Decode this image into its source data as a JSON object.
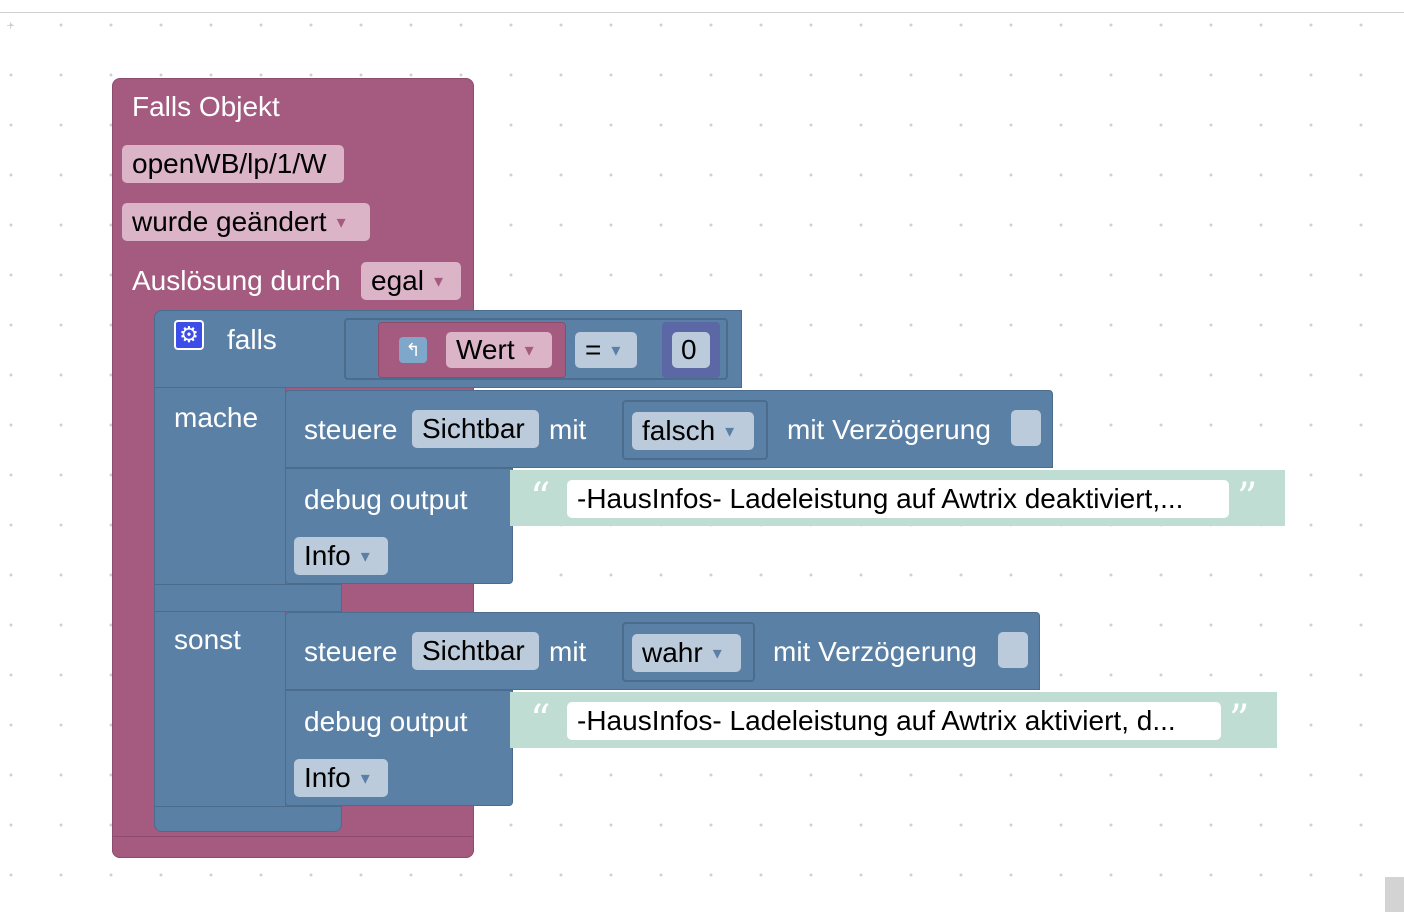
{
  "event_block": {
    "title": "Falls Objekt",
    "object_id": "openWB/lp/1/W",
    "condition": "wurde geändert",
    "trigger_label": "Auslösung durch",
    "trigger_value": "egal"
  },
  "if_block": {
    "if_label": "falls",
    "do_label": "mache",
    "else_label": "sonst",
    "compare": {
      "variable": "Wert",
      "operator": "=",
      "value": "0"
    }
  },
  "do_branch": {
    "control": {
      "prefix": "steuere",
      "target": "Sichtbar",
      "with_label": "mit",
      "value": "falsch",
      "delay_label": "mit Verzögerung"
    },
    "debug": {
      "label": "debug output",
      "text": "-HausInfos- Ladeleistung auf Awtrix deaktiviert,...",
      "level": "Info"
    }
  },
  "else_branch": {
    "control": {
      "prefix": "steuere",
      "target": "Sichtbar",
      "with_label": "mit",
      "value": "wahr",
      "delay_label": "mit Verzögerung"
    },
    "debug": {
      "label": "debug output",
      "text": "-HausInfos- Ladeleistung auf Awtrix aktiviert, d...",
      "level": "Info"
    }
  },
  "icons": {
    "gear": "gear-icon",
    "variable": "variable-icon",
    "quote_open": "“",
    "quote_close": "”",
    "dropdown": "▾"
  },
  "colors": {
    "event": "#a55b80",
    "logic": "#5b80a5",
    "text": "#bfddd3"
  }
}
